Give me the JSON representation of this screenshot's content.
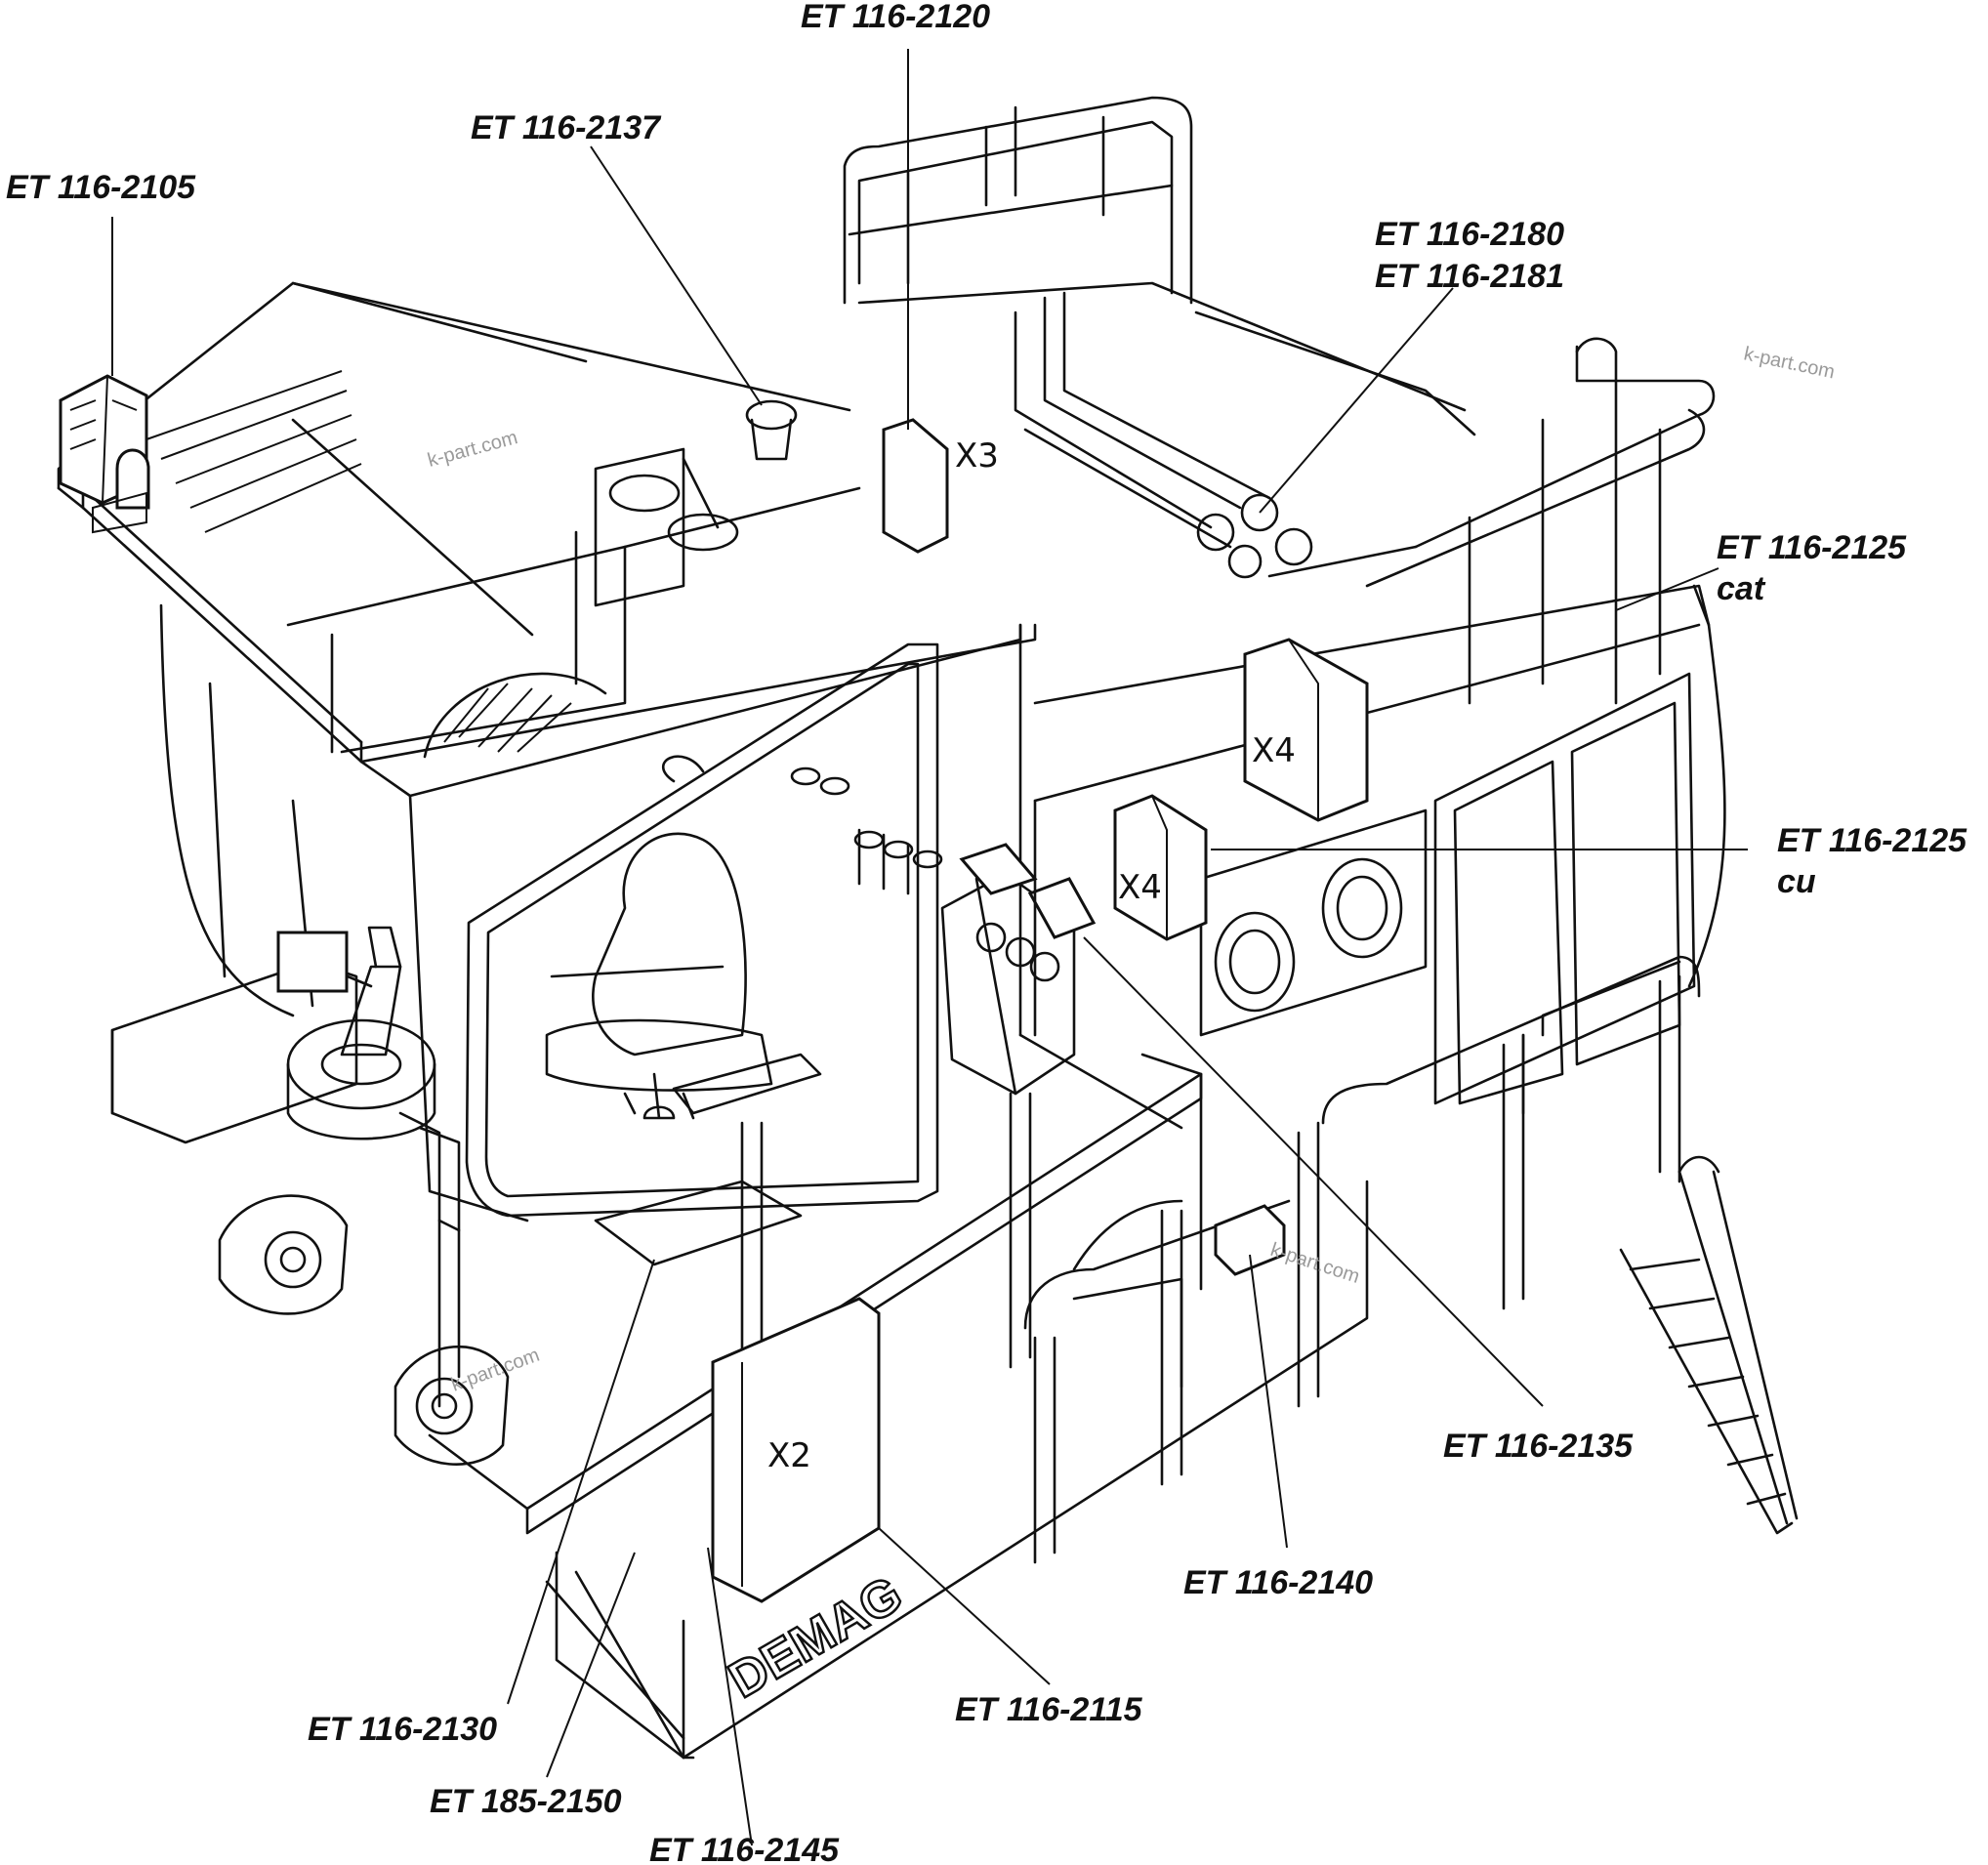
{
  "callouts": [
    "ET 116-2120",
    "ET 116-2137",
    "ET 116-2105",
    "ET 116-2180",
    "ET 116-2181",
    "ET 116-2125",
    "cat",
    "ET 116-2125",
    "cu",
    "ET 116-2135",
    "ET 116-2140",
    "ET 116-2115",
    "ET 116-2130",
    "ET 185-2150",
    "ET 116-2145"
  ],
  "markers": {
    "x3": "X3",
    "x4_top": "X4",
    "x4_mid": "X4",
    "x2": "X2"
  },
  "brand": "DEMAG",
  "watermark": "k-part.com"
}
